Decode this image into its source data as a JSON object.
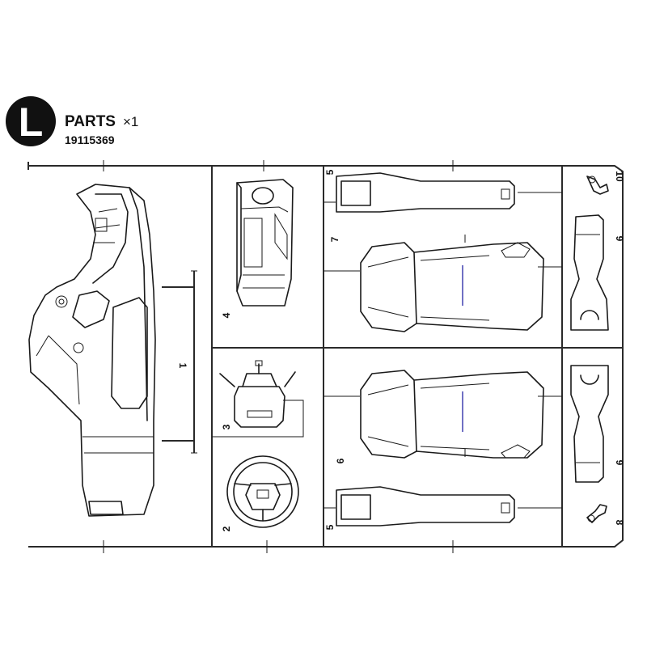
{
  "sheet": {
    "tree_letter": "L",
    "parts_label": "PARTS",
    "multiplier": "×1",
    "part_number": "19115369"
  },
  "part_labels": {
    "p1": "1",
    "p2": "2",
    "p3": "3",
    "p4": "4",
    "p5_top": "5",
    "p5_bottom": "5",
    "p6": "6",
    "p7": "7",
    "p8": "8",
    "p9_top": "9",
    "p9_bottom": "9",
    "p10": "10"
  },
  "colors": {
    "ink": "#1a1a1a",
    "seat_seam": "#3333aa",
    "background": "#ffffff"
  }
}
